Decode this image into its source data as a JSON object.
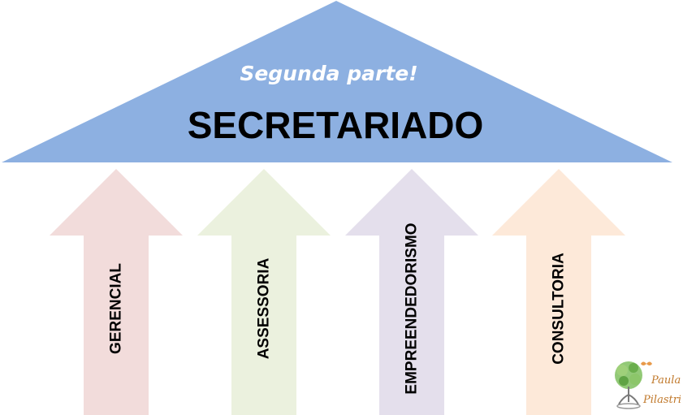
{
  "roof": {
    "subtitle": "Segunda parte!",
    "title": "SECRETARIADO",
    "color": "#8db0e1"
  },
  "pillars": [
    {
      "label": "GERENCIAL",
      "color": "#f2dcdb"
    },
    {
      "label": "ASSESSORIA",
      "color": "#ebf1de"
    },
    {
      "label": "EMPREENDEDORISMO",
      "color": "#e4dfec"
    },
    {
      "label": "CONSULTORIA",
      "color": "#fde9d9"
    }
  ],
  "logo": {
    "line1": "Paula",
    "line2": "Pilastri"
  }
}
